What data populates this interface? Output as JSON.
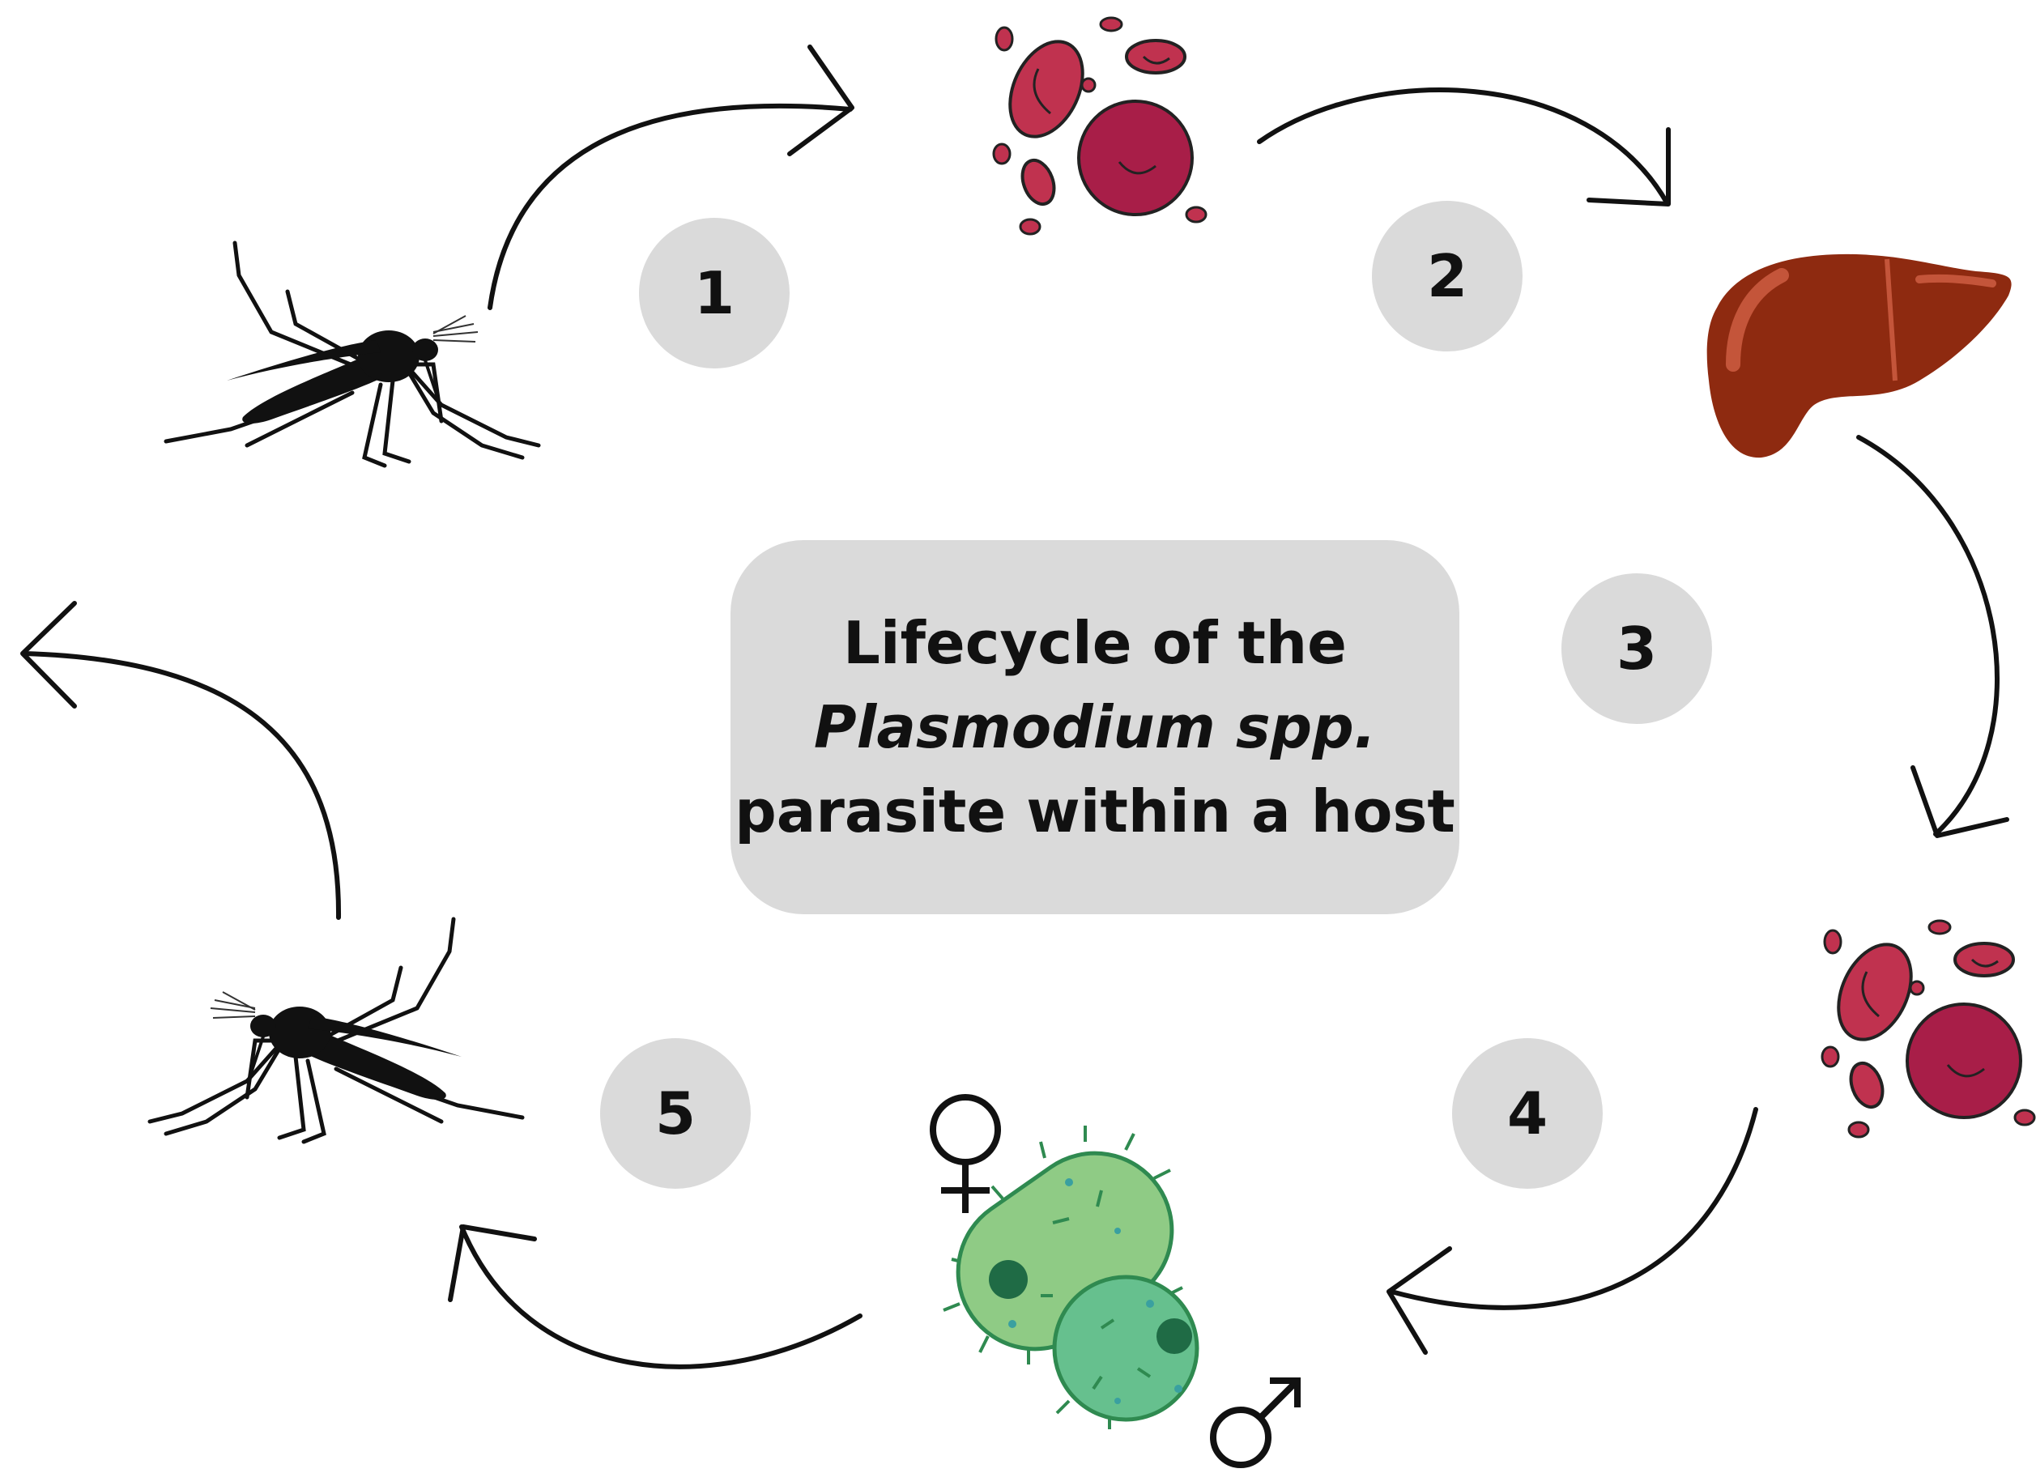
{
  "title": {
    "line1": "Lifecycle of the",
    "line2": "Plasmodium spp.",
    "line3": "parasite within a host"
  },
  "steps": [
    {
      "number": "1"
    },
    {
      "number": "2"
    },
    {
      "number": "3"
    },
    {
      "number": "4"
    },
    {
      "number": "5"
    }
  ],
  "icons": {
    "mosquito_top": "mosquito-icon",
    "red_blood_cells_top": "red-blood-cells-icon",
    "liver": "liver-icon",
    "red_blood_cells_right": "red-blood-cells-icon",
    "gametocytes": "gametocyte-cells-icon",
    "female_symbol": "female-symbol-icon",
    "male_symbol": "male-symbol-icon",
    "mosquito_bottom": "mosquito-icon"
  },
  "colors": {
    "circle": "#dadada",
    "rbc_light": "#c0324f",
    "rbc_dark": "#a81e48",
    "liver": "#8e2a10",
    "liver_highlight": "#c4553a",
    "gametocyte_female": "#8fcb85",
    "gametocyte_male": "#66c08e",
    "nucleus": "#1f6b45"
  }
}
